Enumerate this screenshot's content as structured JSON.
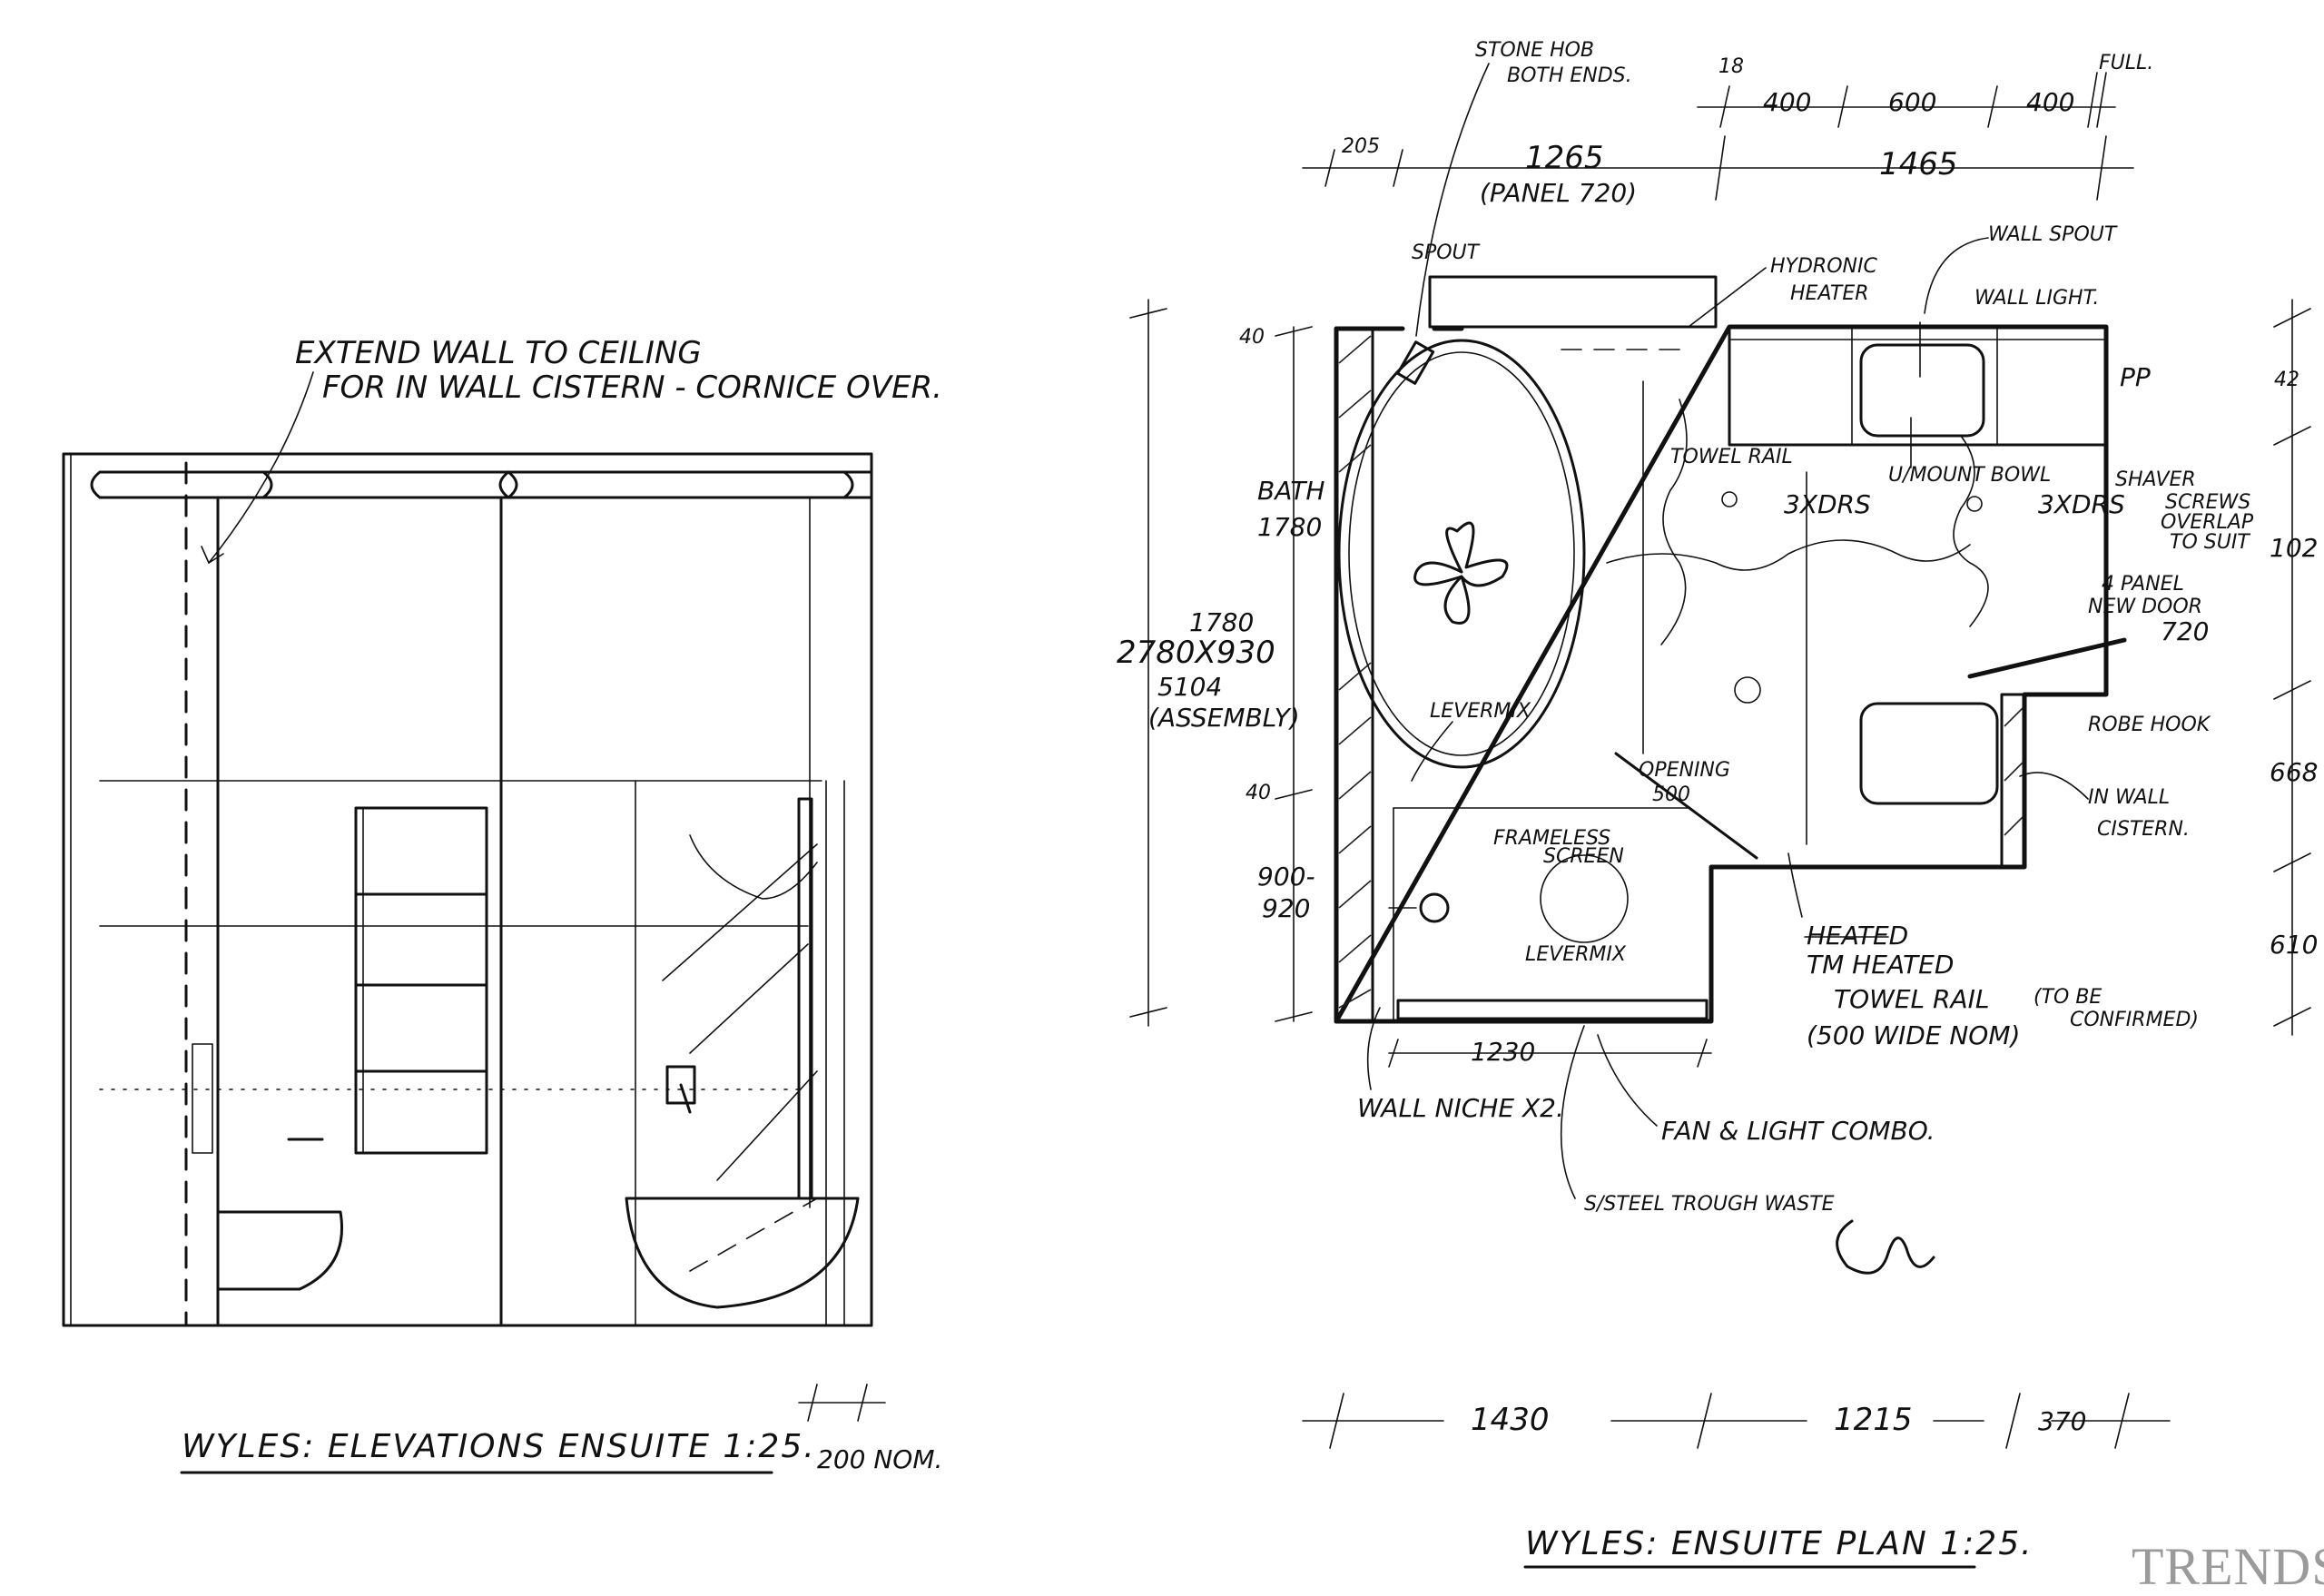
{
  "elevation": {
    "note_line1": "EXTEND WALL TO CEILING",
    "note_line2": "FOR IN WALL CISTERN - CORNICE OVER.",
    "title": "WYLES: ELEVATIONS ENSUITE 1:25.",
    "dim_nom": "200 NOM."
  },
  "plan": {
    "title": "WYLES: ENSUITE PLAN 1:25.",
    "top_dims": {
      "stone_hob": "STONE HOB",
      "both_ends": "BOTH ENDS.",
      "d18": "18",
      "d400a": "400",
      "d600": "600",
      "d400b": "400",
      "full": "FULL.",
      "d205": "205",
      "d1265": "1265",
      "d1265_sub": "(PANEL 720)",
      "d1465": "1465"
    },
    "labels": {
      "spout": "SPOUT",
      "hydronic": "HYDRONIC",
      "heater": "HEATER",
      "wall_spout": "WALL SPOUT",
      "wall_light": "WALL LIGHT.",
      "pp": "PP",
      "towel_rail": "TOWEL RAIL",
      "three_drs_a": "3XDRS",
      "u_mount_bowl": "U/MOUNT BOWL",
      "three_drs_b": "3XDRS",
      "shaver": "SHAVER",
      "screws": "SCREWS",
      "overlap": "OVERLAP",
      "to_suit": "TO SUIT",
      "four_panel": "4 PANEL",
      "new_door": "NEW DOOR",
      "door_720": "720",
      "robe_hook": "ROBE HOOK",
      "in_wall": "IN WALL",
      "cistern": "CISTERN.",
      "bath": "BATH",
      "bath_1780": "1780",
      "room_1780": "1780",
      "room_size": "2780X930",
      "room_5104": "5104",
      "room_assembly": "(ASSEMBLY)",
      "levermix_top": "LEVERMIX",
      "opening": "OPENING",
      "opening_500": "500",
      "frameless": "FRAMELESS",
      "screen": "SCREEN",
      "d900": "900-",
      "d920": "920",
      "levermix_bottom": "LEVERMIX",
      "heated_strike": "HEATED",
      "tm_heated": "TM HEATED",
      "towel_rail_b": "TOWEL RAIL",
      "to_be": "(TO BE",
      "confirmed": "CONFIRMED)",
      "width_note": "(500 WIDE NOM)",
      "d1230": "1230",
      "wall_niche": "WALL NICHE X2.",
      "fan_light": "FAN & LIGHT COMBO.",
      "trough": "S/STEEL TROUGH WASTE",
      "d40a": "40",
      "d40b": "40",
      "d42": "42",
      "d102": "102",
      "d668": "668",
      "d610": "610"
    },
    "bottom_dims": {
      "d1430": "1430",
      "d1215": "1215",
      "d370": "370"
    }
  },
  "watermark": "TRENDS"
}
